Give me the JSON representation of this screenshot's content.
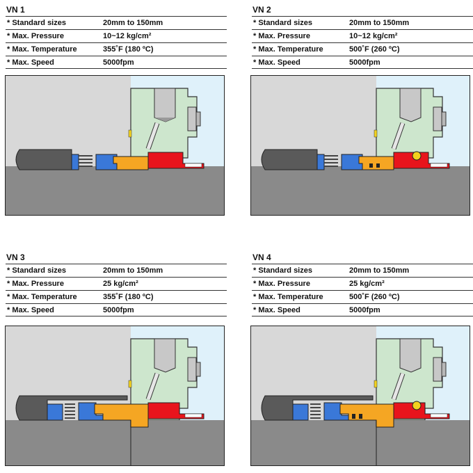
{
  "seals": [
    {
      "title": "VN 1",
      "specs": [
        {
          "label": "* Standard sizes",
          "value": "20mm to 150mm"
        },
        {
          "label": "* Max. Pressure",
          "value": "10~12 kg/cm²"
        },
        {
          "label": "* Max. Temperature",
          "value": "355˚F (180 ºC)"
        },
        {
          "label": "* Max. Speed",
          "value": "5000fpm"
        }
      ]
    },
    {
      "title": "VN 2",
      "specs": [
        {
          "label": "* Standard sizes",
          "value": "20mm to 150mm"
        },
        {
          "label": "* Max. Pressure",
          "value": "10~12 kg/cm²"
        },
        {
          "label": "* Max. Temperature",
          "value": "500˚F (260 ºC)"
        },
        {
          "label": "* Max. Speed",
          "value": "5000fpm"
        }
      ]
    },
    {
      "title": "VN 3",
      "specs": [
        {
          "label": "* Standard sizes",
          "value": "20mm to 150mm"
        },
        {
          "label": "* Max. Pressure",
          "value": "25 kg/cm²"
        },
        {
          "label": "* Max. Temperature",
          "value": "355˚F (180 ºC)"
        },
        {
          "label": "* Max. Speed",
          "value": "5000fpm"
        }
      ]
    },
    {
      "title": "VN 4",
      "specs": [
        {
          "label": "* Standard sizes",
          "value": "20mm to 150mm"
        },
        {
          "label": "* Max. Pressure",
          "value": "25 kg/cm²"
        },
        {
          "label": "* Max. Temperature",
          "value": "500˚F (260 ºC)"
        },
        {
          "label": "* Max. Speed",
          "value": "5000fpm"
        }
      ]
    }
  ],
  "colors": {
    "housing": "#d8d8d8",
    "gland": "#cde6cd",
    "fluid": "#dff1fa",
    "shaft": "#8a8a8a",
    "sleeve": "#5a5a5a",
    "rotary_face": "#f5a623",
    "stationary_seat": "#e8141c",
    "spring": "#3a78d8",
    "ball": "#f2d21e"
  }
}
